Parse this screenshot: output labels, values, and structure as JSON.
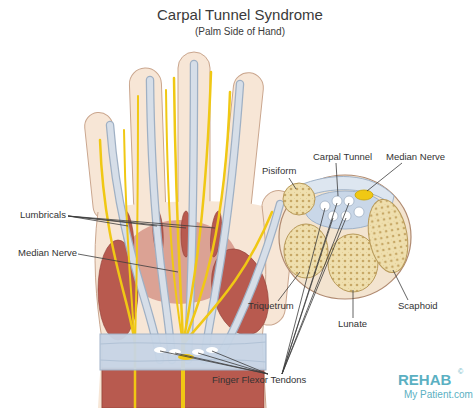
{
  "diagram": {
    "title": "Carpal Tunnel Syndrome",
    "labels": [
      "(Palm Side of Hand)",
      "Lumbricals",
      "Median Nerve",
      "Carpal Tunnel",
      "Median Nerve",
      "Pisiform",
      "Triquetrum",
      "Lunate",
      "Scaphoid",
      "Finger Flexor Tendons",
      "REHAB",
      "My Patient.com",
      "©"
    ]
  }
}
